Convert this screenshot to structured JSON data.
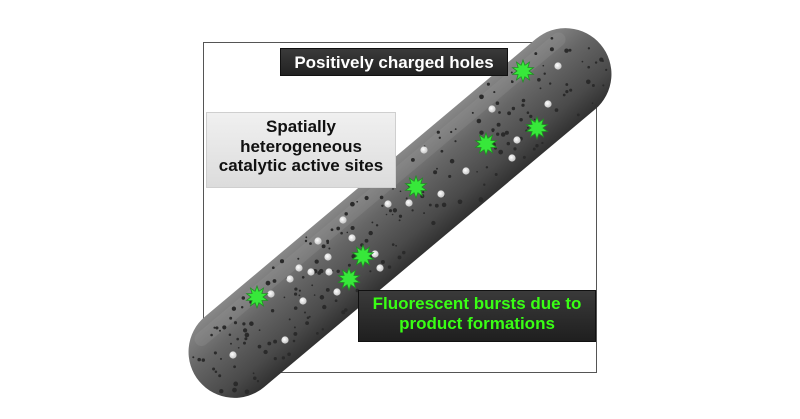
{
  "labels": {
    "holes": "Positively charged holes",
    "sites_line1": "Spatially",
    "sites_line2": "heterogeneous",
    "sites_line3": "catalytic active sites",
    "bursts_line1": "Fluorescent bursts due to",
    "bursts_line2": "product formations"
  },
  "colors": {
    "rod": "#5e5e5e",
    "burst": "#37e83a",
    "hole": "#f2f2f2",
    "dark_label_bg": "#2a2a2a",
    "light_label_bg": "#e6e6e6",
    "burst_text": "#39ff14"
  },
  "icons": {
    "holes": "white-dot",
    "active_sites": "black-dot",
    "bursts": "green-starburst"
  }
}
